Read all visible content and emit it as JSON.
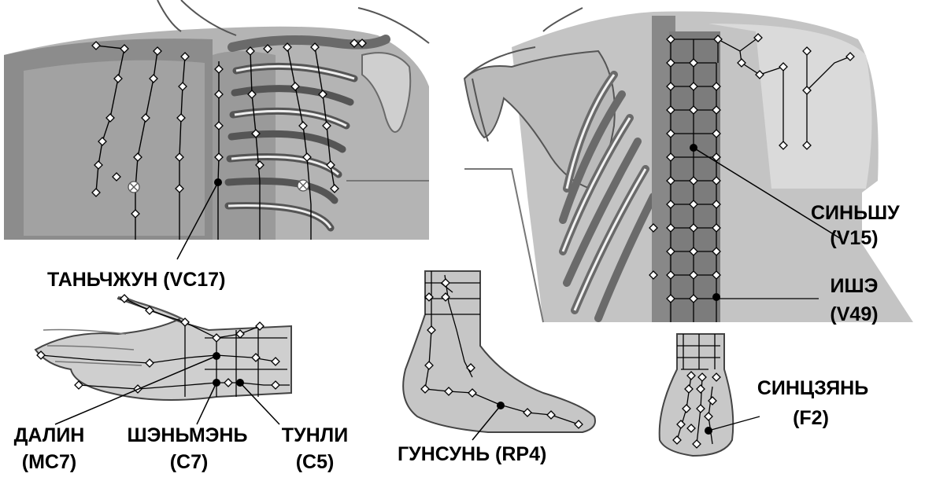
{
  "labels": {
    "tanzhong": "ТАНЬЧЖУН (VC17)",
    "xinshu_name": "СИНЬШУ",
    "xinshu_code": "(V15)",
    "yishe_name": "ИШЭ",
    "yishe_code": "(V49)",
    "xingjian_name": "СИНЦЗЯНЬ",
    "xingjian_code": "(F2)",
    "daling_name": "ДАЛИН",
    "daling_code": "(МС7)",
    "shenmen_name": "ШЭНЬМЭНЬ",
    "shenmen_code": "(С7)",
    "tongli_name": "ТУНЛИ",
    "tongli_code": "(С5)",
    "gongsun": "ГУНСУНЬ (RP4)"
  },
  "colors": {
    "skin_dark": "#6e6e6e",
    "skin_mid": "#a8a8a8",
    "skin_light": "#d6d6d6",
    "line": "#000000",
    "point_fill": "#ffffff"
  }
}
